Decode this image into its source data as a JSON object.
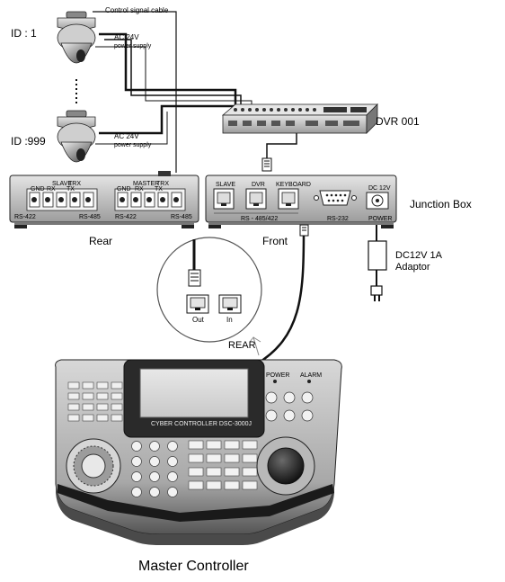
{
  "diagram": {
    "control_signal_cable": "Control signal cable",
    "camera_top": {
      "id_label": "ID : 1",
      "power_label_line1": "AC 24V",
      "power_label_line2": "power supply"
    },
    "camera_bottom": {
      "id_label": "ID :999",
      "power_label_line1": "AC 24V",
      "power_label_line2": "power supply"
    },
    "dvr_label": "DVR 001",
    "junction_box_label": "Junction Box",
    "rear_panel": {
      "caption": "Rear",
      "slave_label": "SLAVE",
      "master_label": "MASTER",
      "rx_label": "RX",
      "trx_label": "TRX",
      "tx_label": "TX",
      "gnd_label": "GND",
      "rs422_label": "RS-422",
      "rs485_label": "RS-485"
    },
    "front_panel": {
      "caption": "Front",
      "slave_label": "SLAVE",
      "dvr_label": "DVR",
      "keyboard_label": "KEYBOARD",
      "rs485_label": "RS - 485/422",
      "rs232_label": "RS-232",
      "dc_label": "DC 12V",
      "power_label": "POWER"
    },
    "adaptor_label_line1": "DC12V 1A",
    "adaptor_label_line2": "Adaptor",
    "detail_out_label": "Out",
    "detail_in_label": "In",
    "rear_arrow_label": "REAR",
    "controller": {
      "screen_text": "CYBER CONTROLLER  DSC-3000J",
      "power_label": "POWER",
      "alarm_label": "ALARM"
    },
    "master_controller_label": "Master Controller"
  }
}
